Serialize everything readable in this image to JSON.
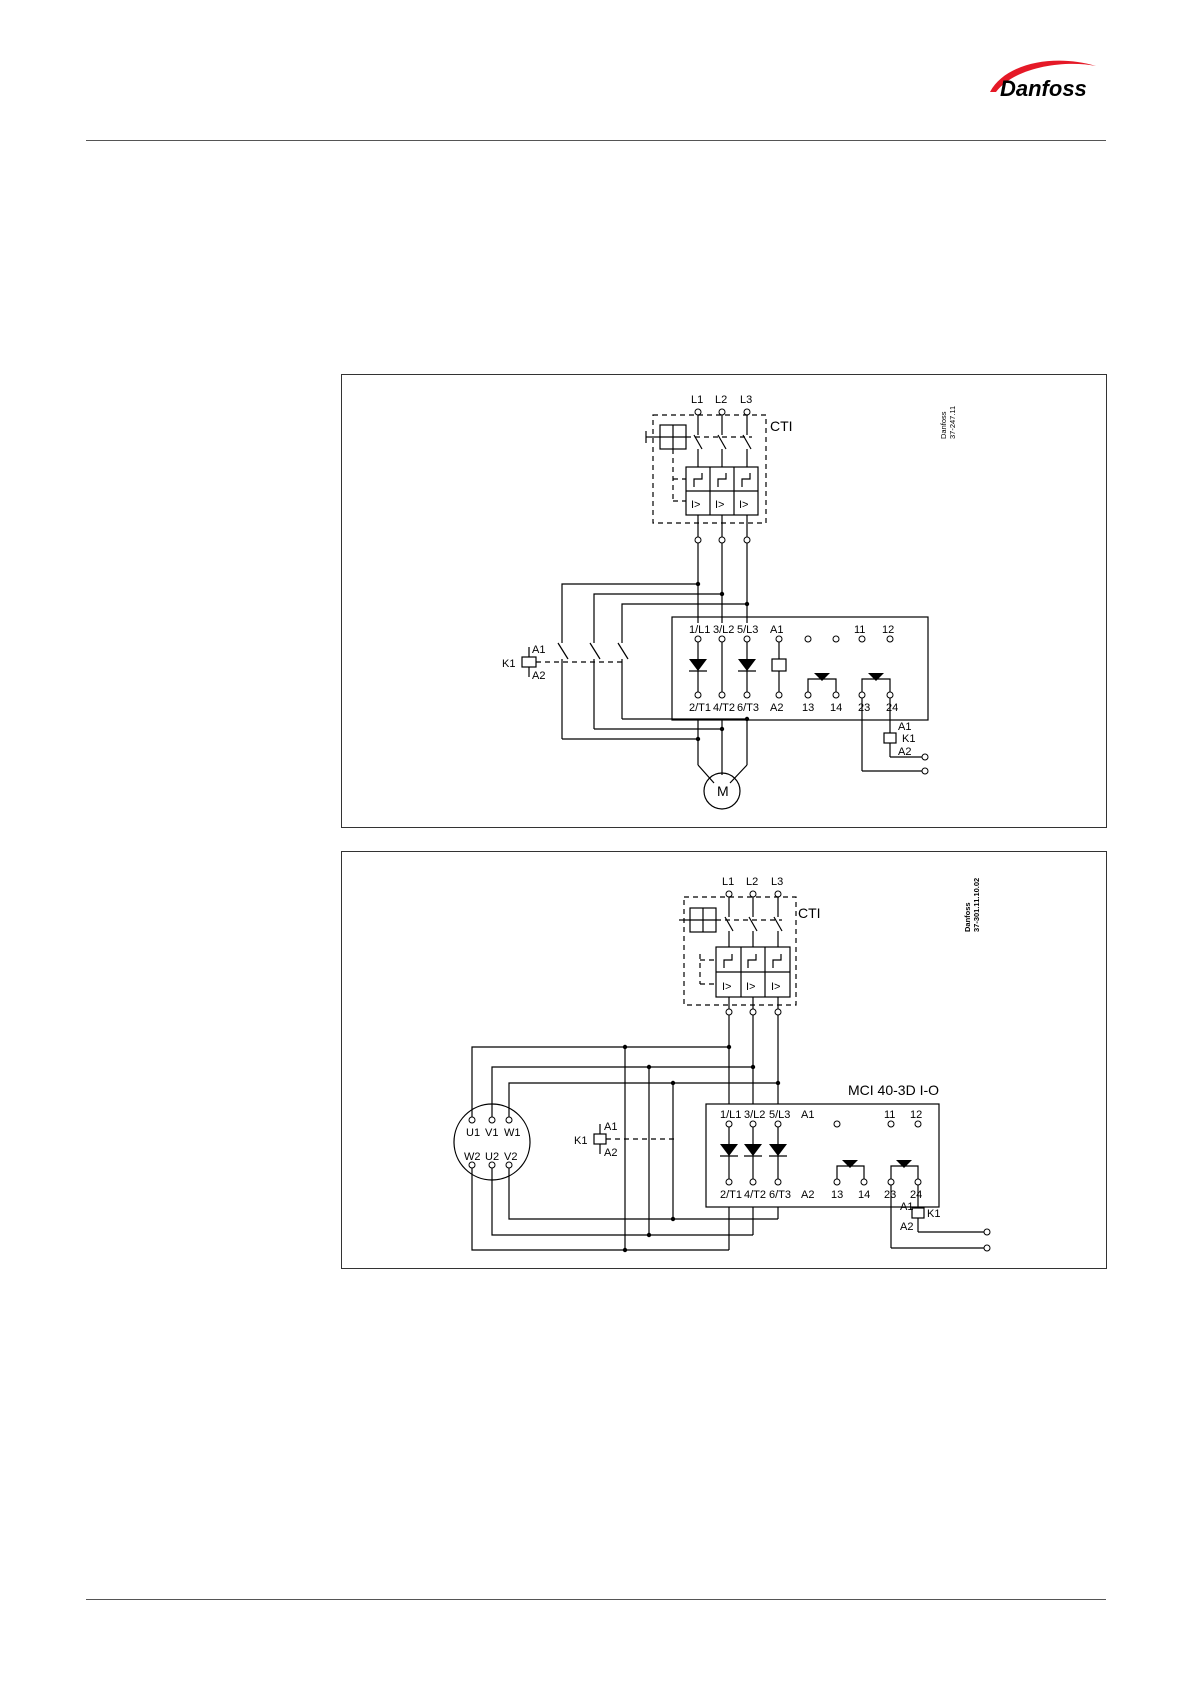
{
  "header": {
    "logo_text": "Danfoss",
    "logo_color": "#e2000f"
  },
  "figure1": {
    "doc_id": "Danfoss\n37-247.11",
    "protection_label": "CTI",
    "line_labels": [
      "L1",
      "L2",
      "L3"
    ],
    "trip_labels": [
      "I>",
      "I>",
      "I>"
    ],
    "top_terminals": [
      "1/L1",
      "3/L2",
      "5/L3",
      "A1",
      "11",
      "12"
    ],
    "bottom_terminals": [
      "2/T1",
      "4/T2",
      "6/T3",
      "A2",
      "13",
      "14",
      "23",
      "24"
    ],
    "contactor_label": "K1",
    "coil_labels": [
      "A1",
      "A2"
    ],
    "relay_label": "K1",
    "relay_coil_labels": [
      "A1",
      "A2"
    ],
    "motor_label": "M"
  },
  "figure2": {
    "doc_id": "Danfoss\n37-301.11.10.02",
    "module_title": "MCI 40-3D I-O",
    "protection_label": "CTI",
    "line_labels": [
      "L1",
      "L2",
      "L3"
    ],
    "trip_labels": [
      "I>",
      "I>",
      "I>"
    ],
    "top_terminals": [
      "1/L1",
      "3/L2",
      "5/L3",
      "A1",
      "11",
      "12"
    ],
    "bottom_terminals": [
      "2/T1",
      "4/T2",
      "6/T3",
      "A2",
      "13",
      "14",
      "23",
      "24"
    ],
    "motor_top_terminals": [
      "U1",
      "V1",
      "W1"
    ],
    "motor_bottom_terminals": [
      "W2",
      "U2",
      "V2"
    ],
    "contactor_label": "K1",
    "coil_labels": [
      "A1",
      "A2"
    ],
    "relay_label": "K1",
    "relay_coil_labels": [
      "A1",
      "A2"
    ]
  }
}
